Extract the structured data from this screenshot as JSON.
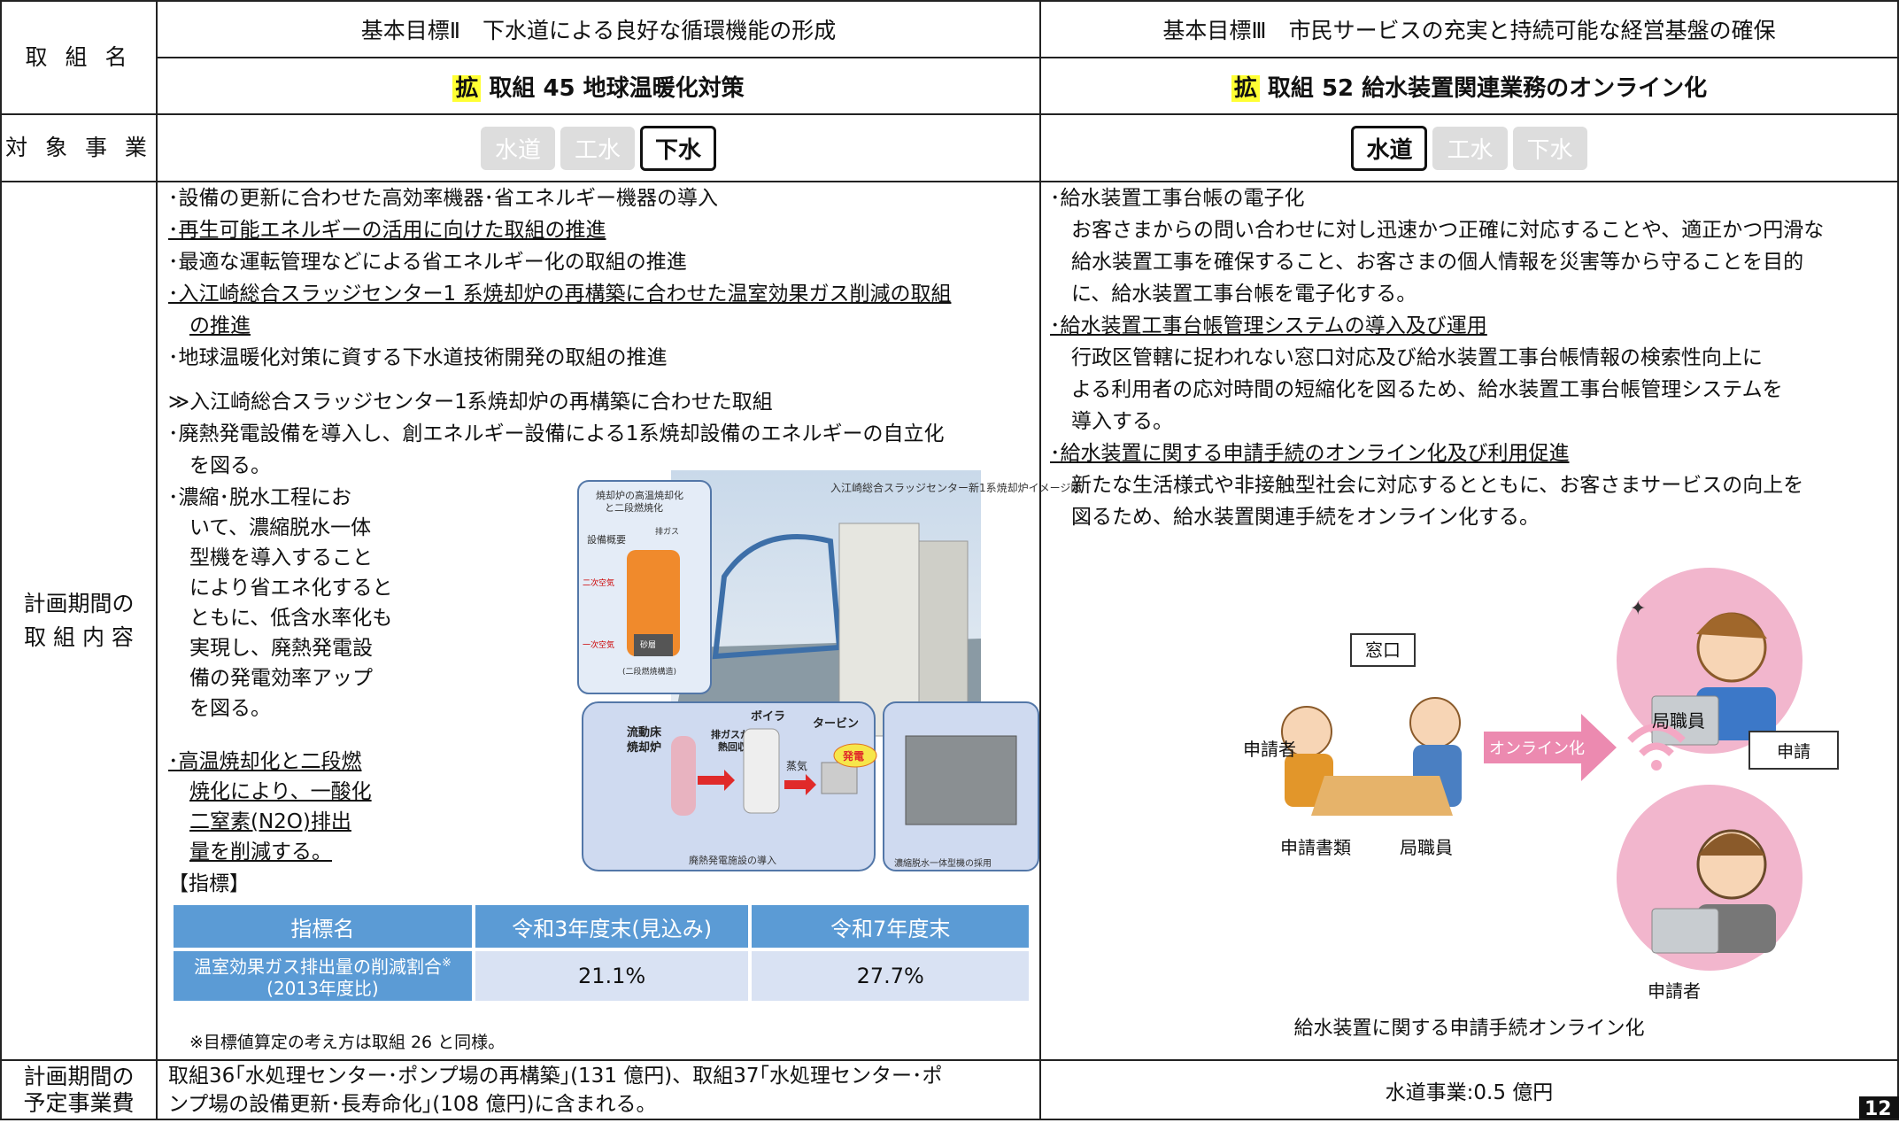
{
  "labels": {
    "torikumi_name": "取 組 名",
    "target_business": "対 象 事 業",
    "content_line1": "計画期間の",
    "content_line2": "取 組 内 容",
    "cost_line1": "計画期間の",
    "cost_line2": "予定事業費"
  },
  "left": {
    "goal": "基本目標Ⅱ　下水道による良好な循環機能の形成",
    "badge": "拡",
    "title": "取組 45  地球温暖化対策",
    "buttons": [
      {
        "label": "水道",
        "active": false
      },
      {
        "label": "工水",
        "active": false
      },
      {
        "label": "下水",
        "active": true
      }
    ],
    "items": [
      "･設備の更新に合わせた高効率機器･省エネルギー機器の導入",
      "･再生可能エネルギーの活用に向けた取組の推進",
      "･最適な運転管理などによる省エネルギー化の取組の推進",
      "･入江崎総合スラッジセンター1 系焼却炉の再構築に合わせた温室効果ガス削減の取組",
      "の推進",
      "･地球温暖化対策に資する下水道技術開発の取組の推進",
      "≫入江崎総合スラッジセンター1系焼却炉の再構築に合わせた取組",
      "･廃熱発電設備を導入し、創エネルギー設備による1系焼却設備のエネルギーの自立化",
      "を図る。"
    ],
    "side_text": [
      "･濃縮･脱水工程にお",
      "いて、濃縮脱水一体",
      "型機を導入すること",
      "により省エネ化すると",
      "ともに、低含水率化も",
      "実現し、廃熱発電設",
      "備の発電効率アップ",
      "を図る。",
      "･高温焼却化と二段燃",
      "焼化により、一酸化",
      "二窒素(N2O)排出",
      "量を削減する。"
    ],
    "diagram": {
      "callout1_line1": "焼却炉の高温焼却化",
      "callout1_line2": "と二段燃焼化",
      "callout1_equip": "設備概要",
      "callout1_gas": "排ガス",
      "callout1_air2": "二次空気",
      "callout1_air1": "一次空気",
      "callout1_sand": "砂層",
      "callout1_note": "(二段燃焼構造)",
      "photo_caption": "入江崎総合スラッジセンター新1系焼却炉イメージ図",
      "flow_furnace_1": "流動床",
      "flow_furnace_2": "焼却炉",
      "flow_boiler": "ボイラ",
      "flow_turbine": "タービン",
      "flow_exhaust_1": "排ガスから",
      "flow_exhaust_2": "熱回収",
      "flow_steam": "蒸気",
      "flow_power": "発電",
      "flow_caption": "廃熱発電施設の導入",
      "machine_caption": "濃縮脱水一体型機の採用"
    },
    "indicator_heading": "【指標】",
    "indicator_table": {
      "headers": [
        "指標名",
        "令和3年度末(見込み)",
        "令和7年度末"
      ],
      "row_name_1": "温室効果ガス排出量の削減割合",
      "row_name_mark": "※",
      "row_name_2": "(2013年度比)",
      "values": [
        "21.1%",
        "27.7%"
      ]
    },
    "note": "※目標値算定の考え方は取組 26 と同様。",
    "cost_line1": "取組36｢水処理センター･ポンプ場の再構築｣(131 億円)、取組37｢水処理センター･ポ",
    "cost_line2": "ンプ場の設備更新･長寿命化｣(108 億円)に含まれる。"
  },
  "right": {
    "goal": "基本目標Ⅲ　市民サービスの充実と持続可能な経営基盤の確保",
    "badge": "拡",
    "title": "取組 52  給水装置関連業務のオンライン化",
    "buttons": [
      {
        "label": "水道",
        "active": true
      },
      {
        "label": "工水",
        "active": false
      },
      {
        "label": "下水",
        "active": false
      }
    ],
    "items": [
      "･給水装置工事台帳の電子化",
      "お客さまからの問い合わせに対し迅速かつ正確に対応することや、適正かつ円滑な",
      "給水装置工事を確保すること、お客さまの個人情報を災害等から守ることを目的",
      "に、給水装置工事台帳を電子化する。",
      "･給水装置工事台帳管理システムの導入及び運用",
      "行政区管轄に捉われない窓口対応及び給水装置工事台帳情報の検索性向上に",
      "よる利用者の応対時間の短縮化を図るため、給水装置工事台帳管理システムを",
      "導入する。",
      "･給水装置に関する申請手続のオンライン化及び利用促進",
      "新たな生活様式や非接触型社会に対応するとともに、お客さまサービスの向上を",
      "図るため、給水装置関連手続をオンライン化する。"
    ],
    "illustration": {
      "counter": "窓口",
      "applicant": "申請者",
      "staff": "局職員",
      "documents": "申請書類",
      "online": "オンライン化",
      "staff_top": "局職員",
      "apply": "申請",
      "applicant_bottom": "申請者",
      "caption": "給水装置に関する申請手続オンライン化"
    },
    "cost": "水道事業:0.5 億円"
  },
  "page_number": "12"
}
